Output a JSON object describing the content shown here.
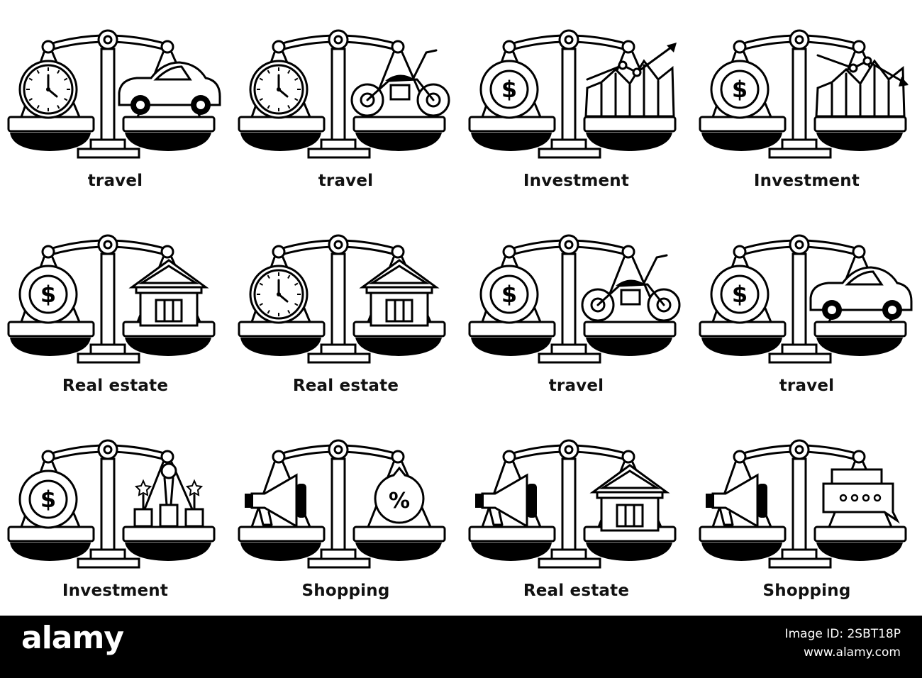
{
  "illustrations": [
    {
      "label": "travel",
      "left": "clock",
      "right": "car"
    },
    {
      "label": "travel",
      "left": "clock",
      "right": "motorcycle"
    },
    {
      "label": "Investment",
      "left": "coin",
      "right": "chart-up"
    },
    {
      "label": "Investment",
      "left": "coin",
      "right": "chart-down"
    },
    {
      "label": "Real estate",
      "left": "coin",
      "right": "bank"
    },
    {
      "label": "Real estate",
      "left": "clock",
      "right": "bank"
    },
    {
      "label": "travel",
      "left": "coin",
      "right": "motorcycle"
    },
    {
      "label": "travel",
      "left": "coin",
      "right": "car"
    },
    {
      "label": "Investment",
      "left": "coin",
      "right": "trophies"
    },
    {
      "label": "Shopping",
      "left": "megaphone",
      "right": "percent-tag"
    },
    {
      "label": "Real estate",
      "left": "megaphone",
      "right": "bank"
    },
    {
      "label": "Shopping",
      "left": "megaphone",
      "right": "chat-bubbles"
    }
  ],
  "footer": {
    "brand": "alamy",
    "image_id": "Image ID: 2SBT18P",
    "site": "www.alamy.com"
  },
  "colors": {
    "ink": "#000000",
    "paper": "#ffffff"
  }
}
